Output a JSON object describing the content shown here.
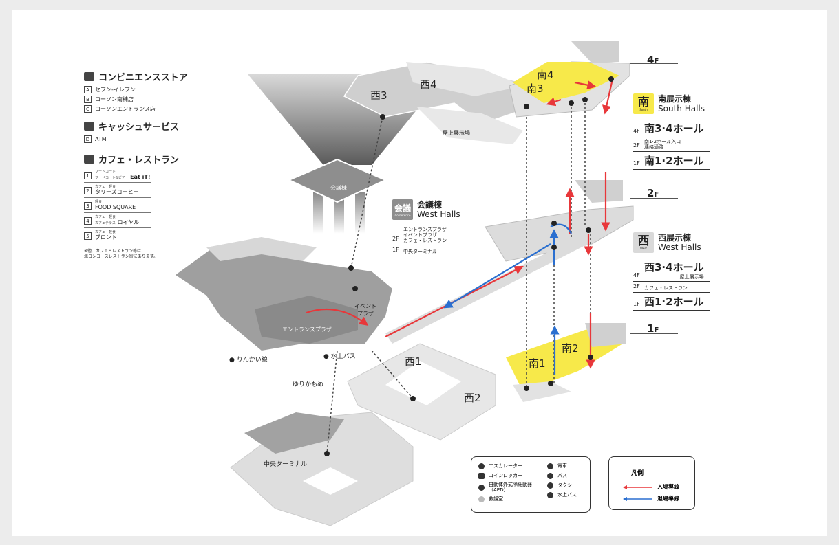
{
  "sidebar": {
    "convenience": {
      "title": "コンビニエンスストア",
      "items": [
        {
          "key": "A",
          "label": "セブン-イレブン"
        },
        {
          "key": "B",
          "label": "ローソン南棟店"
        },
        {
          "key": "C",
          "label": "ローソンエントランス店"
        }
      ]
    },
    "cash": {
      "title": "キャッシュサービス",
      "items": [
        {
          "key": "D",
          "label": "ATM"
        }
      ]
    },
    "cafe": {
      "title": "カフェ・レストラン",
      "items": [
        {
          "key": "1",
          "sub": "フードコート",
          "sub2": "フードコート&ビアー",
          "label": "Eat iT!"
        },
        {
          "key": "2",
          "sub": "カフェ・軽食",
          "sub2": "",
          "label": "タリーズコーヒー"
        },
        {
          "key": "3",
          "sub": "軽食",
          "sub2": "",
          "label": "FOOD SQUARE"
        },
        {
          "key": "4",
          "sub": "カフェ・軽食",
          "sub2": "カフェテラス",
          "label": "ロイヤル"
        },
        {
          "key": "5",
          "sub": "カフェ・軽食",
          "sub2": "",
          "label": "ブロント"
        }
      ]
    },
    "note": "※他、カフェ・レストラン等は\n北コンコースレストラン街にあります。"
  },
  "floors": {
    "f4": "4",
    "f2": "2",
    "f1": "1",
    "suffix": "F"
  },
  "south": {
    "badge": "南",
    "badge_en": "South",
    "title_jp": "南展示棟",
    "title_en": "South Halls",
    "rows": [
      {
        "floor": "4F",
        "main": "南3·4ホール",
        "small": ""
      },
      {
        "floor": "2F",
        "main": "",
        "small": "南1·2ホール入口\n連絡通路"
      },
      {
        "floor": "1F",
        "main": "南1·2ホール",
        "small": ""
      }
    ]
  },
  "west": {
    "badge": "西",
    "badge_en": "West",
    "title_jp": "西展示棟",
    "title_en": "West Halls",
    "rows": [
      {
        "floor": "4F",
        "main": "西3·4ホール",
        "small": "屋上展示場"
      },
      {
        "floor": "2F",
        "main": "",
        "small": "カフェ・レストラン"
      },
      {
        "floor": "1F",
        "main": "西1·2ホール",
        "small": ""
      }
    ]
  },
  "conference": {
    "badge": "会議",
    "badge_en": "Conference",
    "title_jp": "会議棟",
    "title_en": "West Halls",
    "rows": [
      {
        "floor": "2F",
        "text": "エントランスプラザ\nイベントプラザ\nカフェ・レストラン"
      },
      {
        "floor": "1F",
        "text": "中央ターミナル"
      }
    ]
  },
  "places": {
    "nishi3": "西3",
    "nishi4": "西4",
    "nishi1": "西1",
    "nishi2": "西2",
    "minami1": "南1",
    "minami2": "南2",
    "minami3": "南3",
    "minami4": "南4",
    "kaigitou": "会議棟",
    "okujou": "屋上展示場",
    "entrance_plaza": "エントランスプラザ",
    "event_plaza": "イベント\nプラザ",
    "rinkai": "りんかい線",
    "suijou": "水上バス",
    "yurikamome": "ゆりかもめ",
    "chuo": "中央ターミナル"
  },
  "legend_icons": {
    "items": [
      {
        "icon": "escalator-icon",
        "label": "エスカレーター"
      },
      {
        "icon": "locker-icon",
        "label": "コインロッカー"
      },
      {
        "icon": "aed-icon",
        "label": "自動体外式除細動器\n（AED）"
      },
      {
        "icon": "first-aid-icon",
        "label": "救護室"
      },
      {
        "icon": "train-icon",
        "label": "電車"
      },
      {
        "icon": "bus-icon",
        "label": "バス"
      },
      {
        "icon": "taxi-icon",
        "label": "タクシー"
      },
      {
        "icon": "water-bus-icon",
        "label": "水上バス"
      }
    ]
  },
  "legend_routes": {
    "title": "凡例",
    "entry": "入場導線",
    "exit": "退場導線",
    "entry_color": "#e8373a",
    "exit_color": "#2a6fd0"
  },
  "colors": {
    "south_yellow": "#f7e94a",
    "floor_gray": "#d6d6d6"
  }
}
